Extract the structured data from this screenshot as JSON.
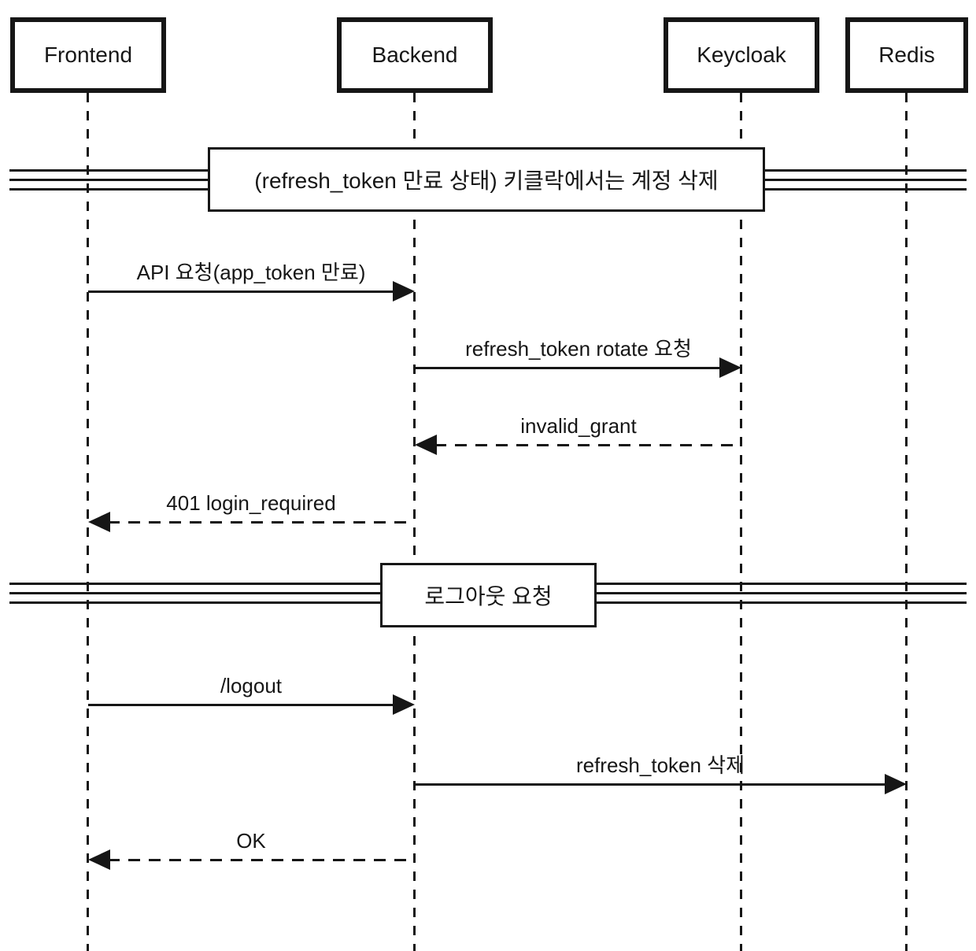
{
  "diagram": {
    "type": "sequence-diagram",
    "colors": {
      "line": "#161616",
      "background": "#ffffff"
    },
    "participants": [
      {
        "label": "Frontend"
      },
      {
        "label": "Backend"
      },
      {
        "label": "Keycloak"
      },
      {
        "label": "Redis"
      }
    ],
    "dividers": [
      {
        "label": "(refresh_token 만료 상태) 키클락에서는 계정 삭제"
      },
      {
        "label": "로그아웃 요청"
      }
    ],
    "messages": [
      {
        "from": "Frontend",
        "to": "Backend",
        "label": "API 요청(app_token 만료)",
        "line": "solid",
        "arrow": "filled-right"
      },
      {
        "from": "Backend",
        "to": "Keycloak",
        "label": "refresh_token rotate 요청",
        "line": "solid",
        "arrow": "filled-right"
      },
      {
        "from": "Keycloak",
        "to": "Backend",
        "label": "invalid_grant",
        "line": "dashed",
        "arrow": "filled-left"
      },
      {
        "from": "Backend",
        "to": "Frontend",
        "label": "401 login_required",
        "line": "dashed",
        "arrow": "filled-left"
      },
      {
        "from": "Frontend",
        "to": "Backend",
        "label": "/logout",
        "line": "solid",
        "arrow": "filled-right"
      },
      {
        "from": "Backend",
        "to": "Redis",
        "label": "refresh_token 삭제",
        "line": "solid",
        "arrow": "filled-right"
      },
      {
        "from": "Backend",
        "to": "Frontend",
        "label": "OK",
        "line": "dashed",
        "arrow": "filled-left"
      }
    ]
  }
}
